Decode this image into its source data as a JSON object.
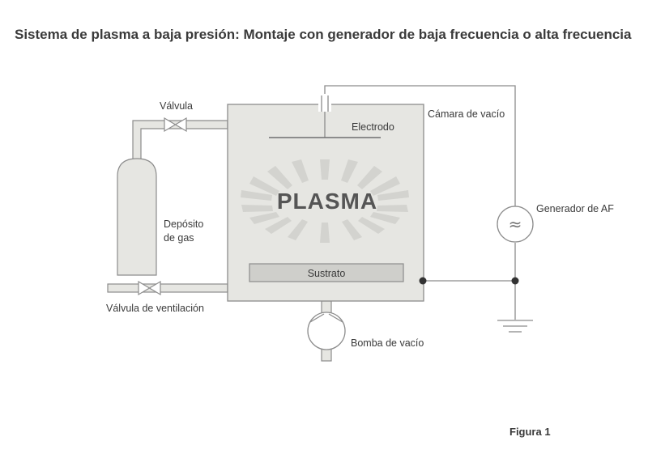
{
  "title": "Sistema de plasma a baja presión: Montaje con generador de baja frecuencia o alta frecuencia",
  "figure_label": "Figura 1",
  "labels": {
    "valve": "Válvula",
    "vacuum_chamber": "Cámara de vacío",
    "electrode": "Electrodo",
    "plasma": "PLASMA",
    "gas_tank_line1": "Depósito",
    "gas_tank_line2": "de gas",
    "substrate": "Sustrato",
    "vent_valve": "Válvula de ventilación",
    "vacuum_pump": "Bomba de vacío",
    "rf_generator": "Generador de AF",
    "generator_symbol": "≈"
  },
  "colors": {
    "chamber_fill": "#e6e6e2",
    "stroke": "#8c8c8c",
    "pipe_fill": "#e6e6e2",
    "substrate_fill": "#cfcfcb",
    "ray_color": "#d3d3cf",
    "node_color": "#333333"
  }
}
